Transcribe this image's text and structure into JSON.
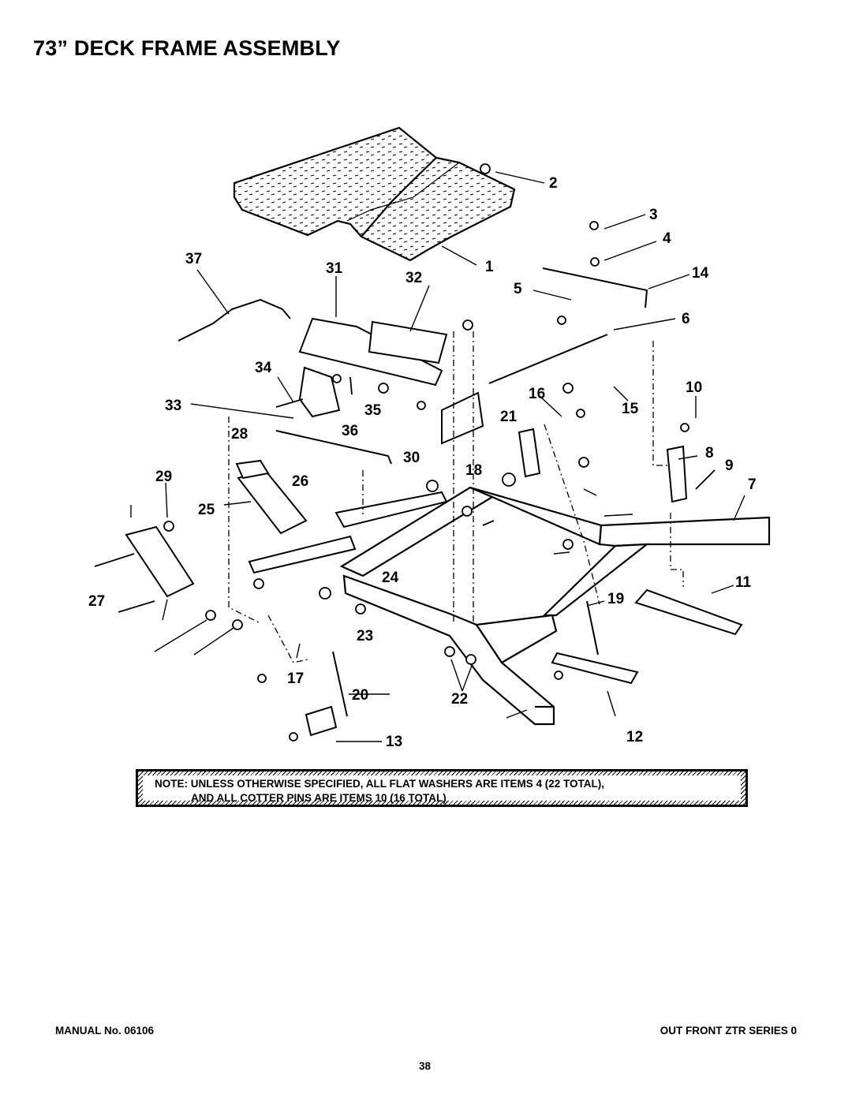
{
  "title": "73” DECK FRAME ASSEMBLY",
  "callouts": [
    "1",
    "2",
    "3",
    "4",
    "5",
    "6",
    "7",
    "8",
    "9",
    "10",
    "11",
    "12",
    "13",
    "14",
    "15",
    "16",
    "17",
    "18",
    "19",
    "20",
    "21",
    "22",
    "23",
    "24",
    "25",
    "26",
    "27",
    "28",
    "29",
    "30",
    "31",
    "32",
    "33",
    "34",
    "35",
    "36",
    "37"
  ],
  "note": {
    "line1": "NOTE:  UNLESS OTHERWISE SPECIFIED, ALL FLAT WASHERS ARE ITEMS 4 (22 TOTAL),",
    "line2": "AND ALL COTTER PINS ARE ITEMS 10 (16 TOTAL)"
  },
  "footer": {
    "manual": "MANUAL No. 06106",
    "series": "OUT FRONT ZTR SERIES 0",
    "page_number": "38"
  }
}
